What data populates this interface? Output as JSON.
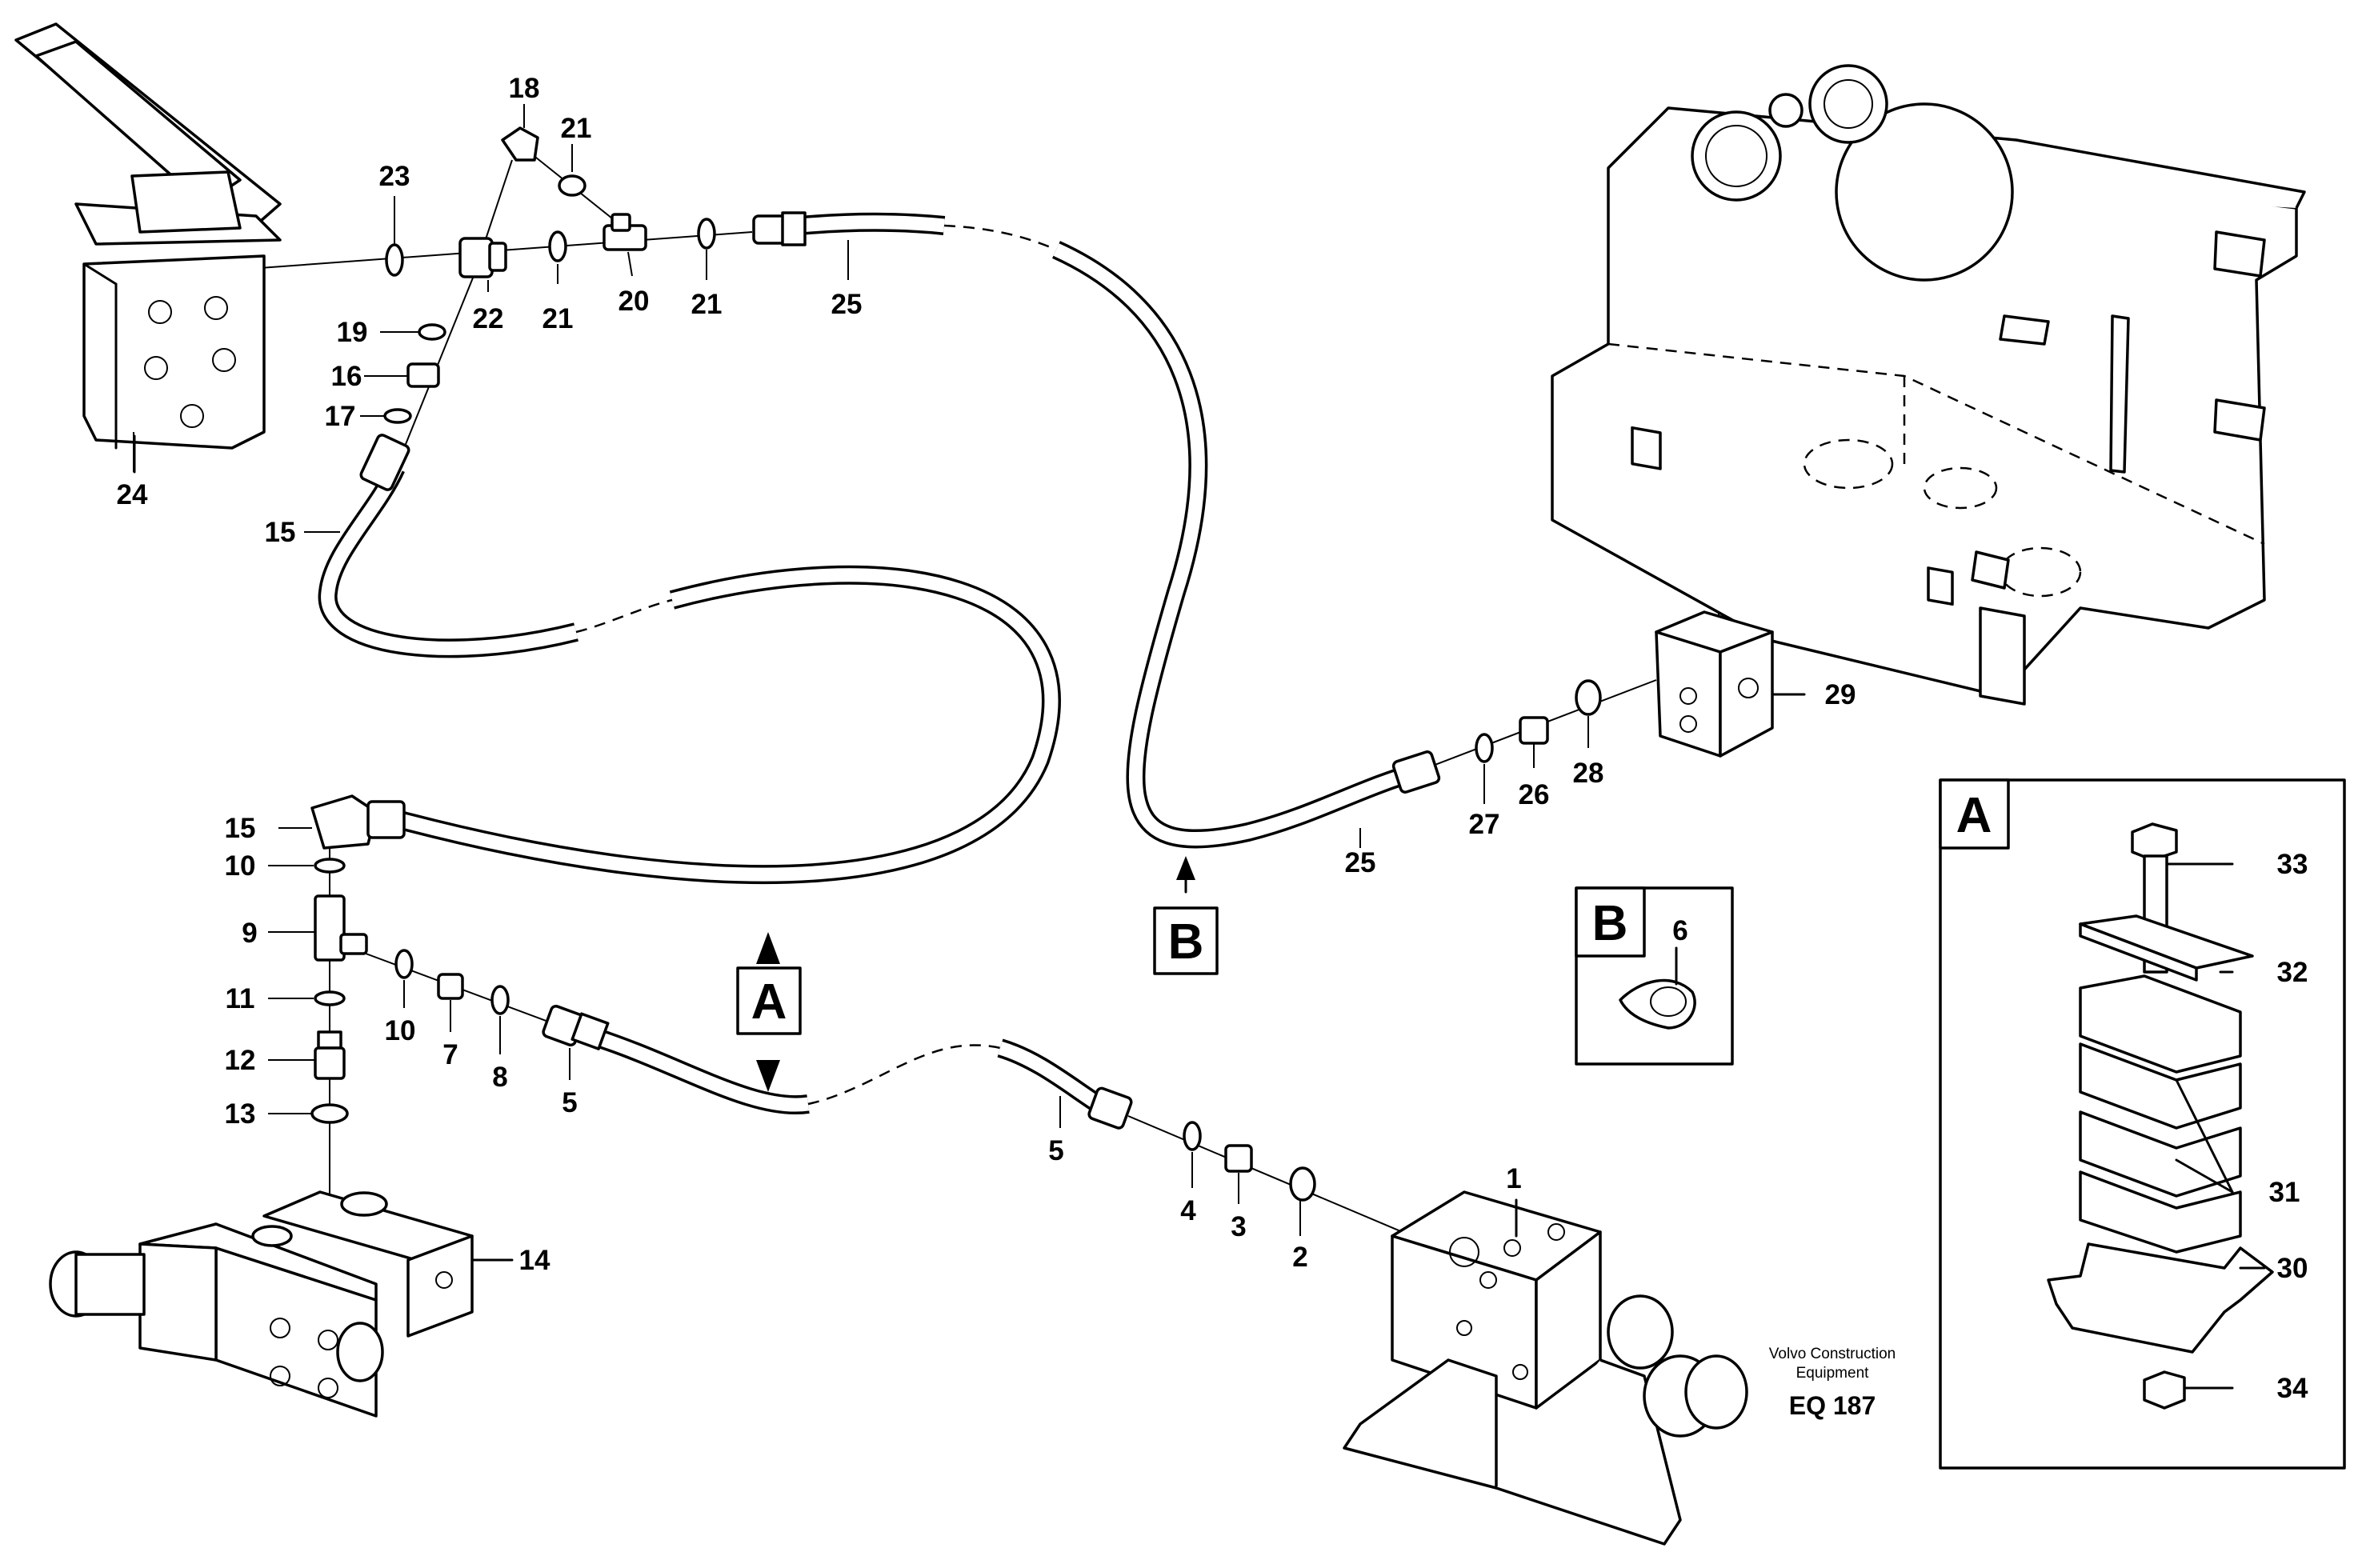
{
  "callouts": {
    "n1": "1",
    "n2": "2",
    "n3": "3",
    "n4": "4",
    "n5a": "5",
    "n5b": "5",
    "n6": "6",
    "n7": "7",
    "n8": "8",
    "n9": "9",
    "n10a": "10",
    "n10b": "10",
    "n11": "11",
    "n12": "12",
    "n13": "13",
    "n14": "14",
    "n15a": "15",
    "n15b": "15",
    "n16": "16",
    "n17": "17",
    "n18": "18",
    "n19": "19",
    "n20": "20",
    "n21a": "21",
    "n21b": "21",
    "n21c": "21",
    "n22": "22",
    "n23": "23",
    "n24": "24",
    "n25a": "25",
    "n25b": "25",
    "n26": "26",
    "n27": "27",
    "n28": "28",
    "n29": "29",
    "n30": "30",
    "n31": "31",
    "n32": "32",
    "n33": "33",
    "n34": "34"
  },
  "detail_markers": {
    "a": "A",
    "b": "B"
  },
  "detail_boxes": {
    "a_title": "A",
    "b_title": "B"
  },
  "footer": {
    "brand_line1": "Volvo Construction",
    "brand_line2": "Equipment",
    "code": "EQ 187"
  }
}
